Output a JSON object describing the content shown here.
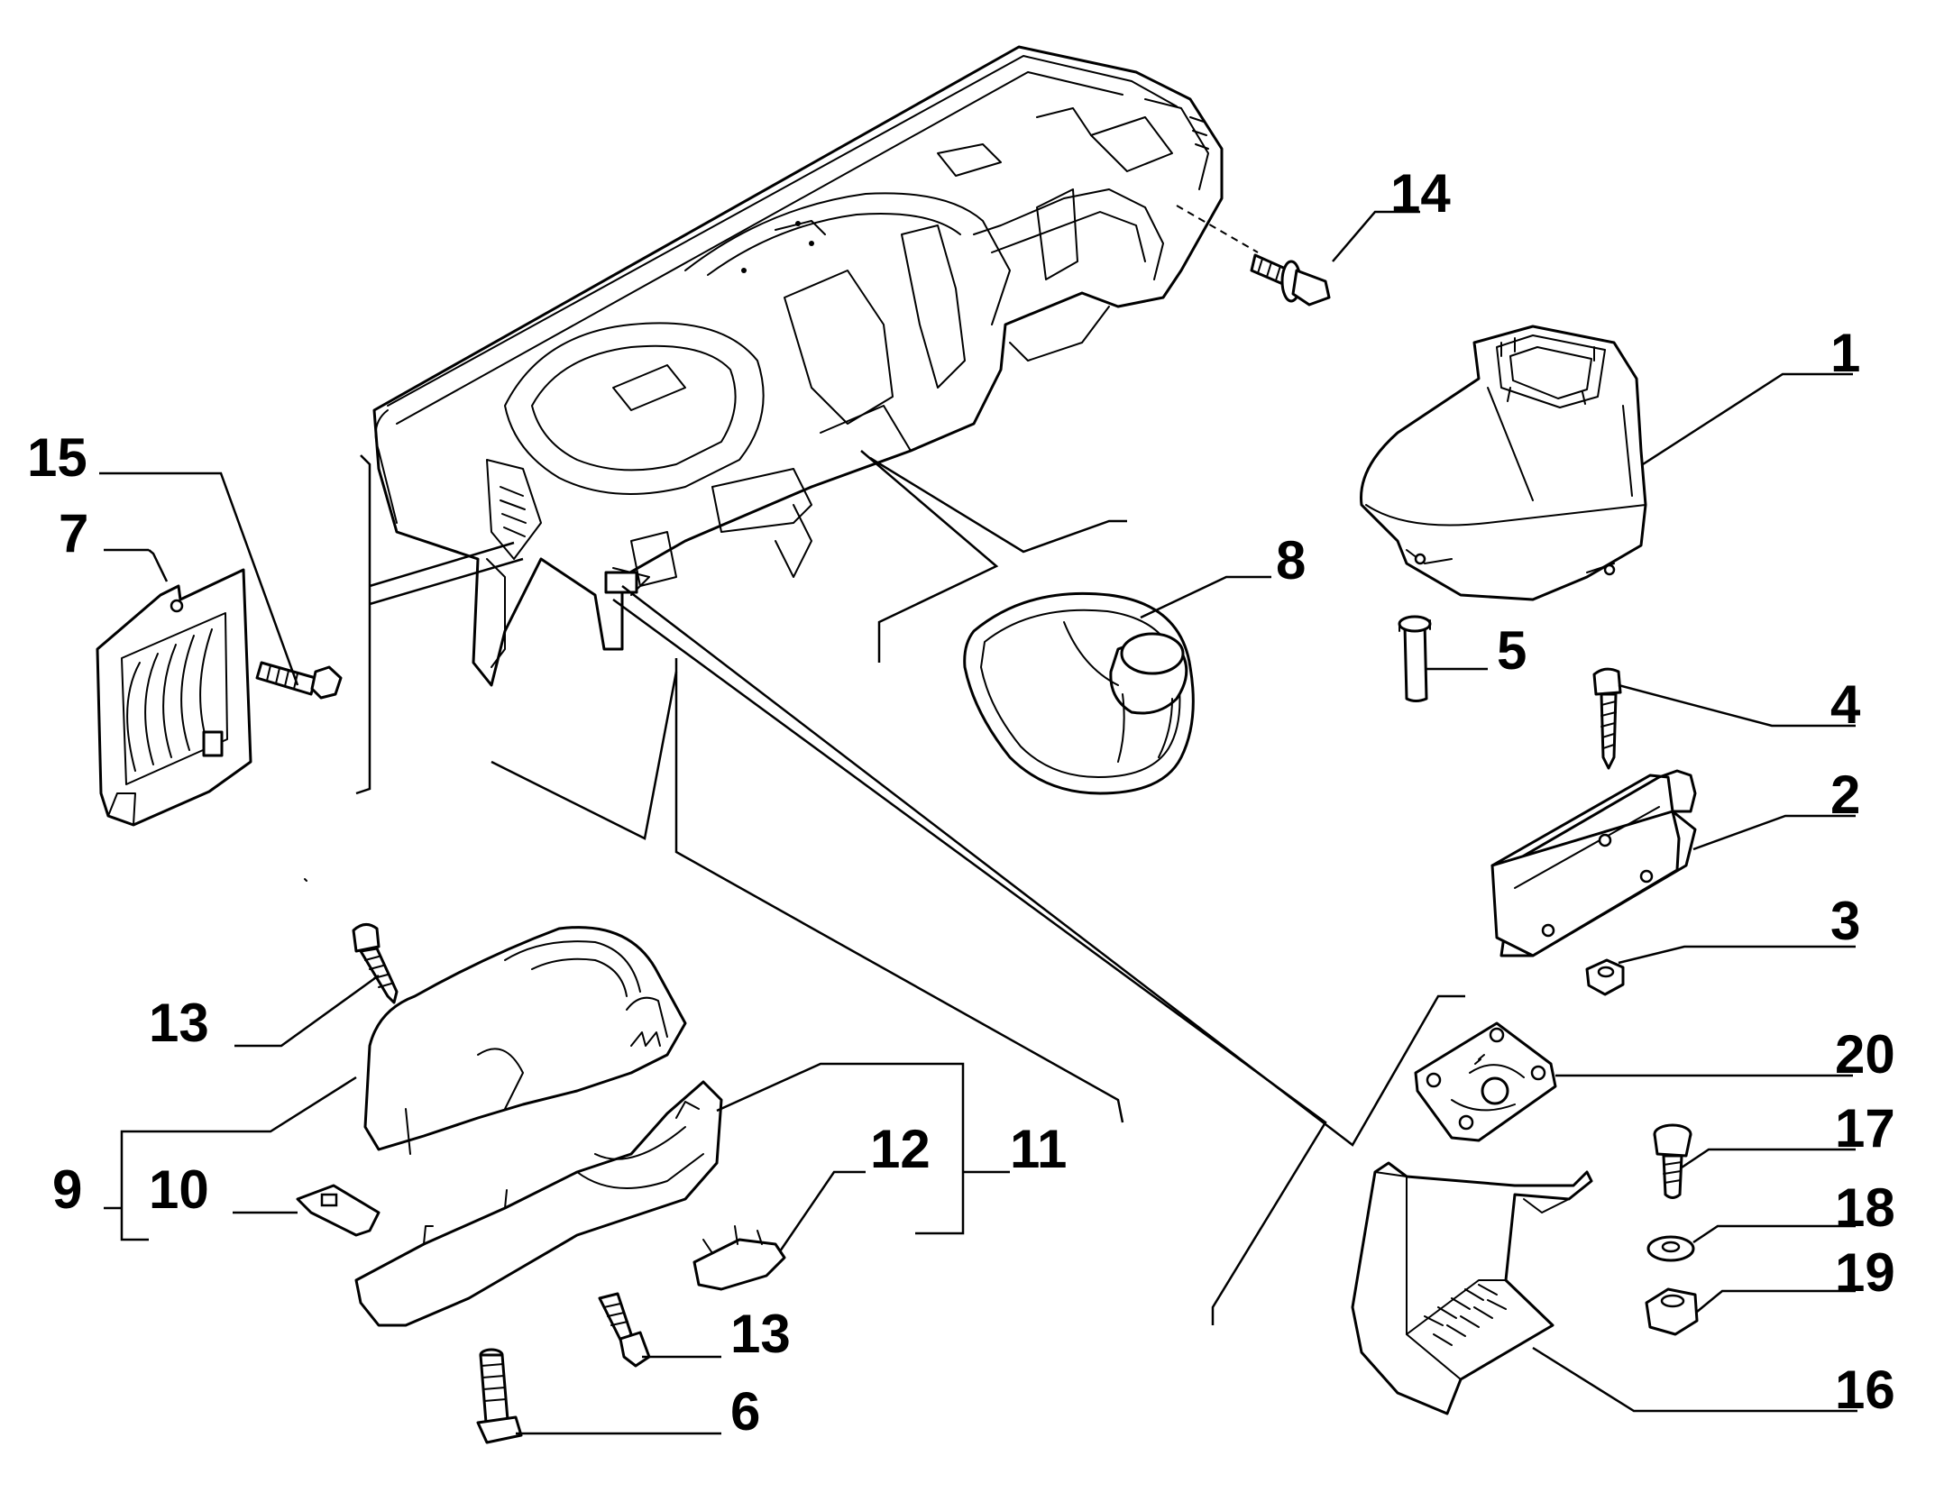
{
  "callouts": {
    "c1": "1",
    "c2": "2",
    "c3": "3",
    "c4": "4",
    "c5": "5",
    "c6": "6",
    "c7": "7",
    "c8": "8",
    "c9": "9",
    "c10": "10",
    "c11": "11",
    "c12": "12",
    "c13a": "13",
    "c13b": "13",
    "c14": "14",
    "c15": "15",
    "c16": "16",
    "c17": "17",
    "c18": "18",
    "c19": "19",
    "c20": "20"
  }
}
